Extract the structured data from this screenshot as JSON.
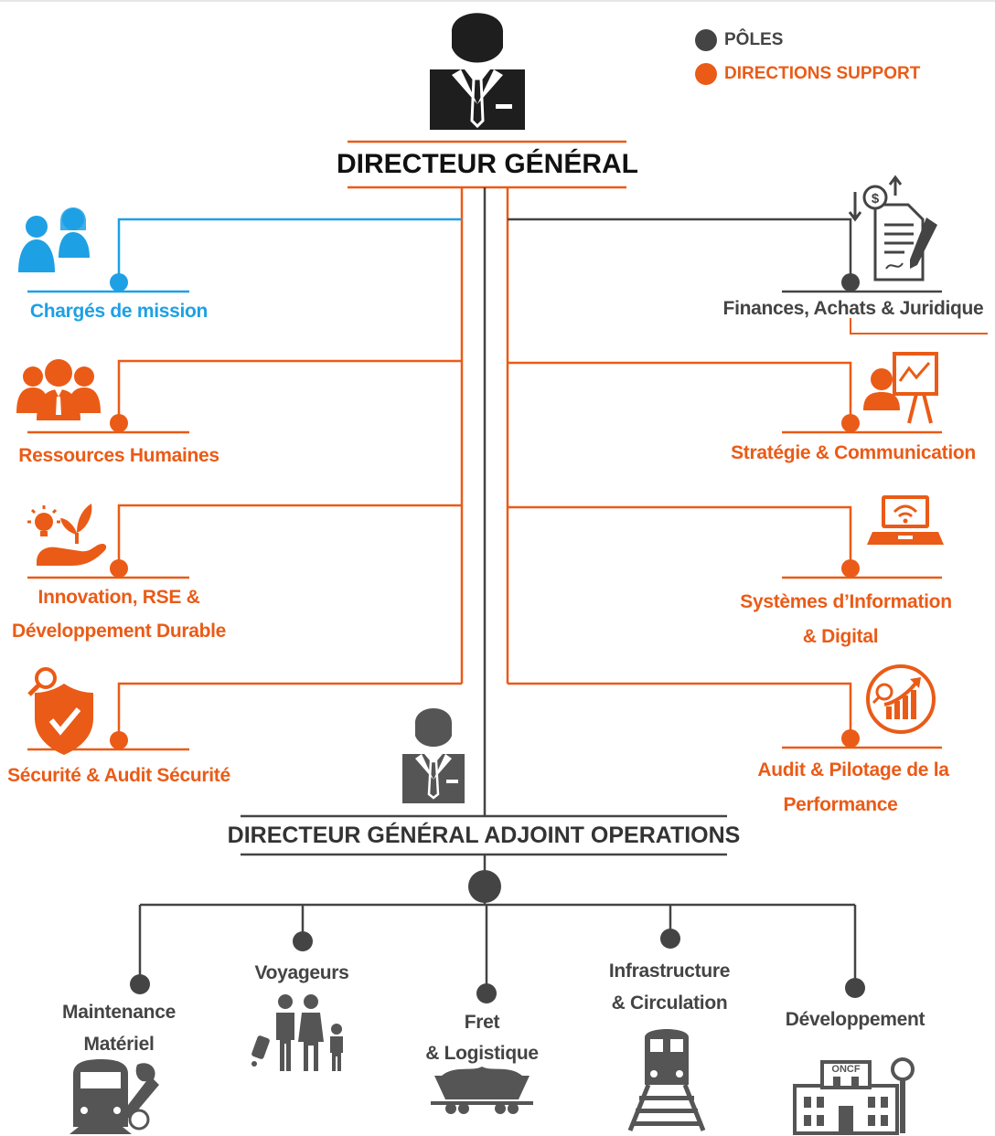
{
  "legend": {
    "poles": "PÔLES",
    "support": "DIRECTIONS SUPPORT",
    "poles_color": "#444444",
    "support_color": "#ea5b17"
  },
  "ceo": {
    "title": "DIRECTEUR  GÉNÉRAL"
  },
  "deputy": {
    "title": "DIRECTEUR  GÉNÉRAL ADJOINT OPERATIONS"
  },
  "left_units": [
    {
      "lines": [
        "Chargés de mission"
      ],
      "icon": "people-pair-icon",
      "color": "#1ea0e4"
    },
    {
      "lines": [
        "Ressources Humaines"
      ],
      "icon": "team-group-icon",
      "color": "#ea5b17"
    },
    {
      "lines": [
        "Innovation, RSE &",
        "Développement Durable"
      ],
      "icon": "idea-plant-hand-icon",
      "color": "#ea5b17"
    },
    {
      "lines": [
        "Sécurité & Audit Sécurité"
      ],
      "icon": "security-shield-icon",
      "color": "#ea5b17"
    }
  ],
  "right_units": [
    {
      "lines": [
        "Finances, Achats & Juridique"
      ],
      "icon": "finance-document-icon",
      "color": "#444444"
    },
    {
      "lines": [
        "Stratégie & Communication"
      ],
      "icon": "presentation-board-icon",
      "color": "#ea5b17"
    },
    {
      "lines": [
        "Systèmes d’Information",
        "& Digital"
      ],
      "icon": "laptop-wifi-icon",
      "color": "#ea5b17"
    },
    {
      "lines": [
        "Audit & Pilotage de la",
        "Performance"
      ],
      "icon": "performance-chart-icon",
      "color": "#ea5b17"
    }
  ],
  "poles": [
    {
      "lines": [
        "Maintenance",
        "Matériel"
      ],
      "icon": "train-wrench-icon"
    },
    {
      "lines": [
        "Voyageurs"
      ],
      "icon": "family-travelers-icon"
    },
    {
      "lines": [
        "Fret",
        "& Logistique"
      ],
      "icon": "freight-wagon-icon"
    },
    {
      "lines": [
        "Infrastructure",
        "& Circulation"
      ],
      "icon": "train-tracks-icon"
    },
    {
      "lines": [
        "Développement"
      ],
      "icon": "station-building-icon"
    }
  ],
  "station_sign": "ONCF"
}
